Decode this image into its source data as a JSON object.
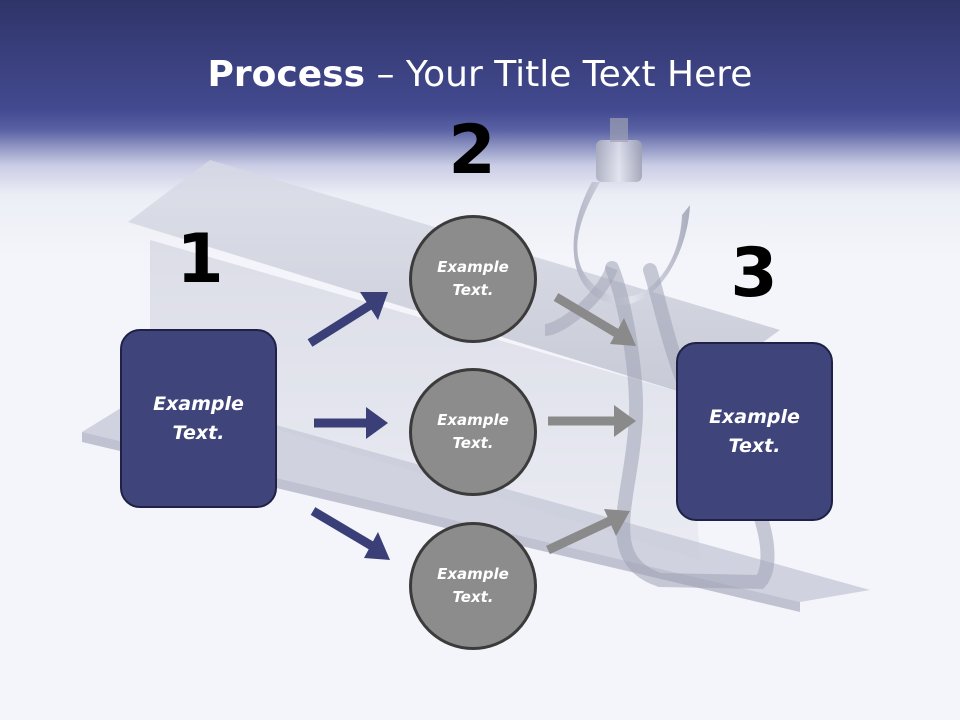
{
  "title": {
    "bold": "Process",
    "rest": " – Your Title Text Here"
  },
  "steps": {
    "one": "1",
    "two": "2",
    "three": "3"
  },
  "left_box": {
    "line1": "Example",
    "line2": "Text."
  },
  "right_box": {
    "line1": "Example",
    "line2": "Text."
  },
  "circles": [
    {
      "line1": "Example",
      "line2": "Text."
    },
    {
      "line1": "Example",
      "line2": "Text."
    },
    {
      "line1": "Example",
      "line2": "Text."
    }
  ],
  "colors": {
    "box": "#3f447a",
    "circle": "#8c8c8c",
    "arrow_blue": "#3a3f78",
    "arrow_gray": "#8a8a8a",
    "header": "#434a90"
  }
}
